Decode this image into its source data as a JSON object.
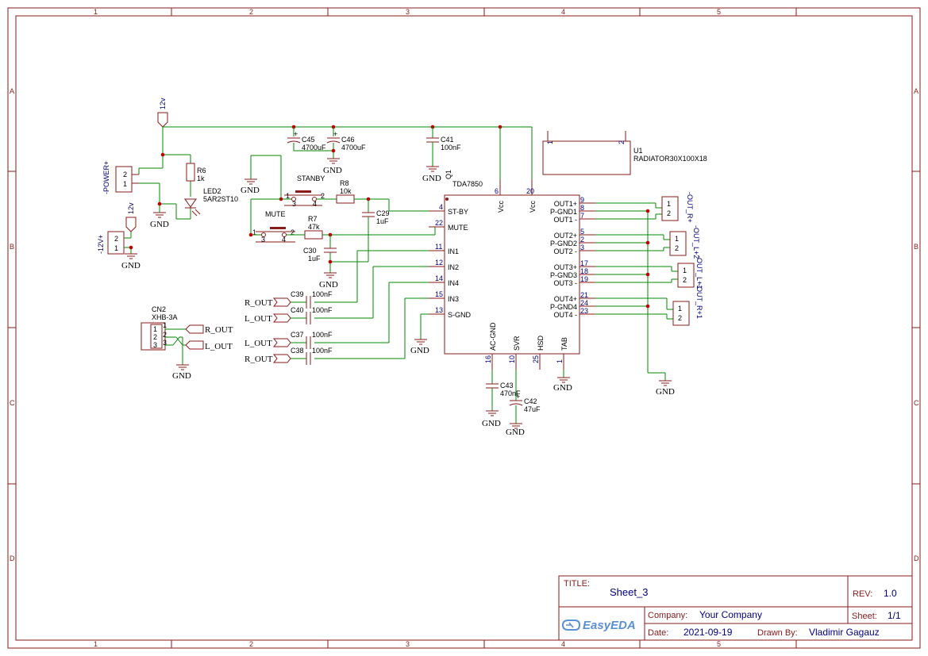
{
  "ruler": {
    "columns": [
      "1",
      "2",
      "3",
      "4",
      "5"
    ],
    "rows": [
      "A",
      "B",
      "C",
      "D"
    ]
  },
  "power": {
    "v12_label": "12v",
    "power_conn_label": "-POWER+",
    "power_conn_pins": [
      "2",
      "1"
    ],
    "v12neg_conn_label": "-12V+",
    "v12neg_conn_pins": [
      "2",
      "1"
    ],
    "v12_label2": "12v"
  },
  "parts": {
    "r6_name": "R6",
    "r6_val": "1k",
    "led2_name": "LED2",
    "led2_val": "5AR2ST10",
    "c45_name": "C45",
    "c45_val": "4700uF",
    "c46_name": "C46",
    "c46_val": "4700uF",
    "c41_name": "C41",
    "c41_val": "100nF",
    "stanby": "STANBY",
    "mute": "MUTE",
    "r8_name": "R8",
    "r8_val": "10k",
    "r7_name": "R7",
    "r7_val": "47k",
    "c29_name": "C29",
    "c29_val": "1uF",
    "c30_name": "C30",
    "c30_val": "1uF",
    "c39_name": "C39",
    "c39_val": "100nF",
    "c40_name": "C40",
    "c40_val": "100nF",
    "c37_name": "C37",
    "c37_val": "100nF",
    "c38_name": "C38",
    "c38_val": "100nF",
    "c43_name": "C43",
    "c43_val": "470nF",
    "c42_name": "C42",
    "c42_val": "47uF",
    "cn2_name": "CN2",
    "cn2_val": "XHB-3A",
    "u1_name": "U1",
    "u1_val": "RADIATOR30X100X18",
    "q1_name": "Q1",
    "q1_val": "TDA7850",
    "plus": "+",
    "gnd": "GND"
  },
  "switch_pins": {
    "s1": [
      "1",
      "2",
      "3",
      "4"
    ],
    "s2": [
      "1",
      "2",
      "3",
      "4"
    ]
  },
  "nets": {
    "r_out": "R_OUT",
    "l_out": "L_OUT",
    "cn2_pins": [
      "1",
      "2",
      "3"
    ],
    "cn2_nets": [
      "R_OUT",
      "L_OUT"
    ]
  },
  "ic": {
    "left_pins": [
      {
        "num": "4",
        "name": "ST-BY"
      },
      {
        "num": "22",
        "name": "MUTE"
      },
      {
        "num": "11",
        "name": "IN1"
      },
      {
        "num": "12",
        "name": "IN2"
      },
      {
        "num": "14",
        "name": "IN4"
      },
      {
        "num": "15",
        "name": "IN3"
      },
      {
        "num": "13",
        "name": "S-GND"
      }
    ],
    "top_pins": [
      {
        "num": "6",
        "name": "Vcc"
      },
      {
        "num": "20",
        "name": "Vcc"
      }
    ],
    "bottom_pins": [
      {
        "num": "16",
        "name": "AC-GND"
      },
      {
        "num": "10",
        "name": "SVR"
      },
      {
        "num": "25",
        "name": "HSD"
      },
      {
        "num": "1",
        "name": "TAB"
      }
    ],
    "right_pins": [
      {
        "num": "9",
        "name": "OUT1+"
      },
      {
        "num": "8",
        "name": "P-GND1"
      },
      {
        "num": "7",
        "name": "OUT1 -"
      },
      {
        "num": "5",
        "name": "OUT2+"
      },
      {
        "num": "2",
        "name": "P-GND2"
      },
      {
        "num": "3",
        "name": "OUT2 -"
      },
      {
        "num": "17",
        "name": "OUT3+"
      },
      {
        "num": "18",
        "name": "P-GND3"
      },
      {
        "num": "19",
        "name": "OUT3 -"
      },
      {
        "num": "21",
        "name": "OUT4+"
      },
      {
        "num": "24",
        "name": "P-GND4"
      },
      {
        "num": "23",
        "name": "OUT4 -"
      }
    ],
    "radiator_pins": [
      "1",
      "2"
    ]
  },
  "outputs": [
    {
      "label": "-OUT_R+",
      "pins": [
        "1",
        "2"
      ]
    },
    {
      "label": "-OUT_L+2",
      "pins": [
        "1",
        "2"
      ]
    },
    {
      "label": "-OUT_L+1",
      "pins": [
        "1",
        "2"
      ]
    },
    {
      "label": "-OUT_R+1",
      "pins": [
        "1",
        "2"
      ]
    }
  ],
  "titleblock": {
    "title_label": "TITLE:",
    "title": "Sheet_3",
    "rev_label": "REV:",
    "rev": "1.0",
    "company_label": "Company:",
    "company": "Your Company",
    "sheet_label": "Sheet:",
    "sheet": "1/1",
    "date_label": "Date:",
    "date": "2021-09-19",
    "drawn_label": "Drawn By:",
    "drawn": "Vladimir Gagauz",
    "logo": "EasyEDA"
  }
}
